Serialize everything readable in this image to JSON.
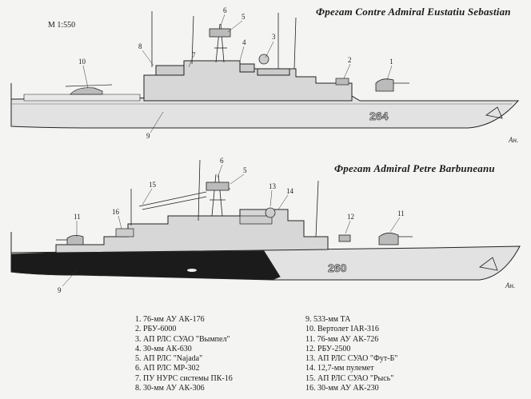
{
  "scale": "М 1:550",
  "ship1": {
    "title": "Фрегат Contre Admiral Eustatiu Sebastian",
    "hull_number": "264",
    "callouts": [
      "1",
      "2",
      "3",
      "4",
      "5",
      "6",
      "7",
      "8",
      "9",
      "10"
    ]
  },
  "ship2": {
    "title": "Фрегат Admiral Petre Barbuneanu",
    "hull_number": "260",
    "callouts": [
      "5",
      "6",
      "9",
      "11",
      "11",
      "12",
      "13",
      "14",
      "15",
      "16"
    ]
  },
  "signature": "Ан.",
  "legend": [
    "1. 76-мм АУ АК-176",
    "2. РБУ-6000",
    "3. АП РЛС СУАО \"Вымпел\"",
    "4. 30-мм АК-630",
    "5. АП РЛС \"Najada\"",
    "6. АП РЛС МР-302",
    "7. ПУ НУРС системы ПК-16",
    "8. 30-мм АУ АК-306",
    "9. 533-мм ТА",
    "10. Вертолет IAR-316",
    "11. 76-мм АУ АК-726",
    "12. РБУ-2500",
    "13. АП РЛС СУАО \"Фут-Б\"",
    "14. 12,7-мм пулемет",
    "15. АП РЛС СУАО \"Рысь\"",
    "16. 30-мм АУ АК-230"
  ]
}
